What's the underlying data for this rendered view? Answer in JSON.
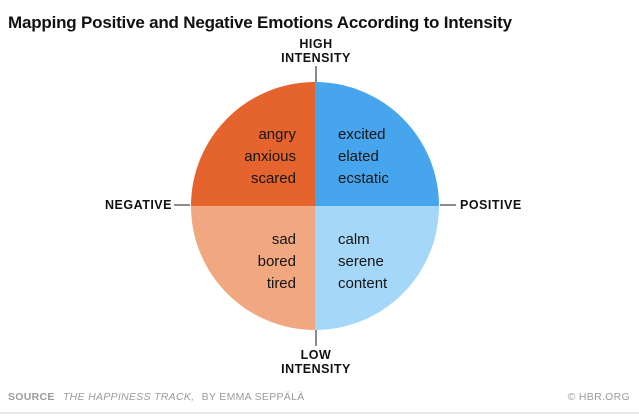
{
  "title": "Mapping Positive and Negative Emotions According to Intensity",
  "axis_labels": {
    "top": [
      "HIGH",
      "INTENSITY"
    ],
    "bottom": [
      "LOW",
      "INTENSITY"
    ],
    "left": "NEGATIVE",
    "right": "POSITIVE"
  },
  "quadrants": {
    "top_left": {
      "color": "#e5632c",
      "words": [
        "angry",
        "anxious",
        "scared"
      ]
    },
    "top_right": {
      "color": "#46a5ec",
      "words": [
        "excited",
        "elated",
        "ecstatic"
      ]
    },
    "bottom_left": {
      "color": "#f1a77f",
      "words": [
        "sad",
        "bored",
        "tired"
      ]
    },
    "bottom_right": {
      "color": "#a5d8f8",
      "words": [
        "calm",
        "serene",
        "content"
      ]
    }
  },
  "footer": {
    "source_label": "SOURCE",
    "source_work": "THE HAPPINESS TRACK,",
    "source_author": "BY EMMA SEPPÄLÄ",
    "credit": "© HBR.ORG"
  },
  "chart_data": {
    "type": "quadrant",
    "title": "Mapping Positive and Negative Emotions According to Intensity",
    "x_axis": {
      "dimension": "valence",
      "negative_label": "NEGATIVE",
      "positive_label": "POSITIVE"
    },
    "y_axis": {
      "dimension": "intensity",
      "high_label": "HIGH INTENSITY",
      "low_label": "LOW INTENSITY"
    },
    "grid": false,
    "legend": "none",
    "quadrants": [
      {
        "valence": "negative",
        "intensity": "high",
        "emotions": [
          "angry",
          "anxious",
          "scared"
        ],
        "color": "#e5632c"
      },
      {
        "valence": "positive",
        "intensity": "high",
        "emotions": [
          "excited",
          "elated",
          "ecstatic"
        ],
        "color": "#46a5ec"
      },
      {
        "valence": "negative",
        "intensity": "low",
        "emotions": [
          "sad",
          "bored",
          "tired"
        ],
        "color": "#f1a77f"
      },
      {
        "valence": "positive",
        "intensity": "low",
        "emotions": [
          "calm",
          "serene",
          "content"
        ],
        "color": "#a5d8f8"
      }
    ]
  }
}
